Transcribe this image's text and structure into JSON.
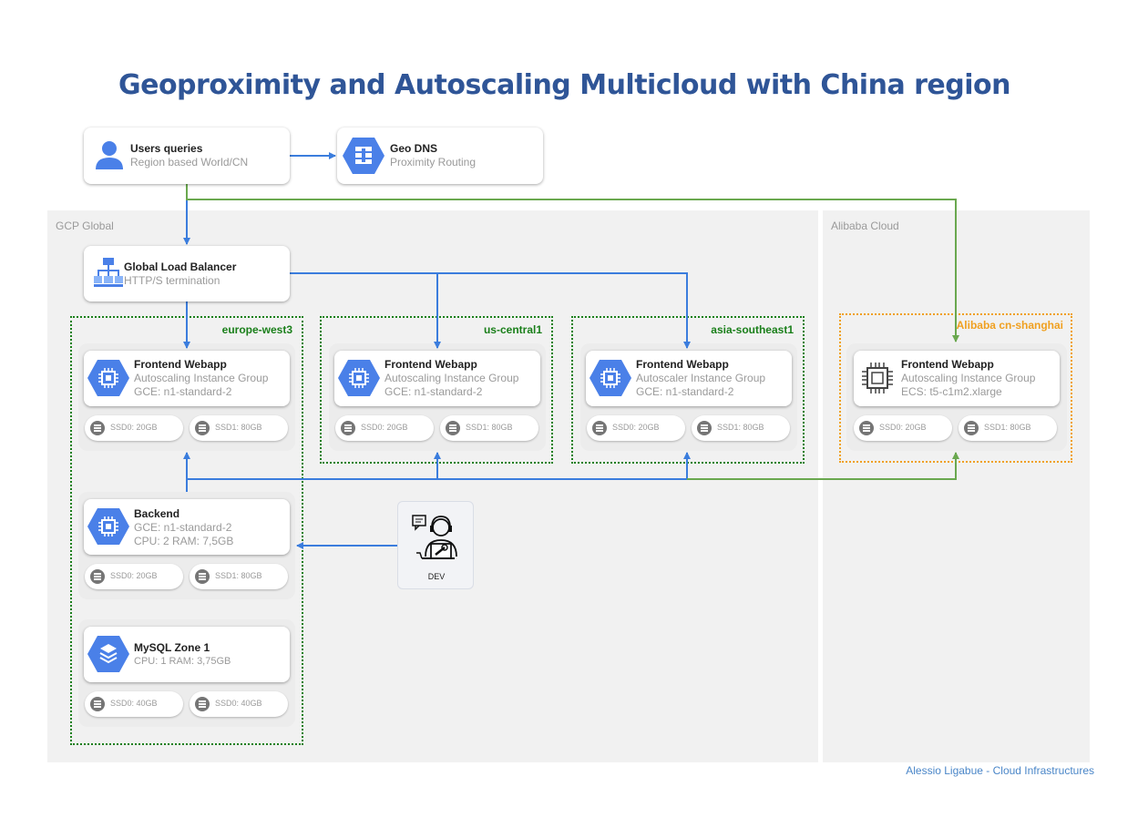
{
  "title": "Geoproximity and Autoscaling Multicloud with China region",
  "zones": {
    "gcp": "GCP Global",
    "alibaba": "Alibaba Cloud"
  },
  "users": {
    "title": "Users queries",
    "subtitle": "Region based World/CN"
  },
  "dns": {
    "title": "Geo DNS",
    "subtitle": "Proximity Routing"
  },
  "load_balancer": {
    "title": "Global Load Balancer",
    "subtitle": "HTTP/S termination"
  },
  "regions": {
    "europe": {
      "label": "europe-west3",
      "frontend": {
        "title": "Frontend Webapp",
        "line1": "Autoscaling Instance Group",
        "line2": "GCE: n1-standard-2",
        "disk0": "SSD0: 20GB",
        "disk1": "SSD1: 80GB"
      },
      "backend": {
        "title": "Backend",
        "line1": "GCE: n1-standard-2",
        "line2": "CPU: 2 RAM: 7,5GB",
        "disk0": "SSD0: 20GB",
        "disk1": "SSD1: 80GB"
      },
      "mysql": {
        "title": "MySQL Zone 1",
        "line1": "CPU: 1 RAM: 3,75GB",
        "disk0": "SSD0: 40GB",
        "disk1": "SSD0: 40GB"
      }
    },
    "us": {
      "label": "us-central1",
      "frontend": {
        "title": "Frontend Webapp",
        "line1": "Autoscaling Instance Group",
        "line2": "GCE: n1-standard-2",
        "disk0": "SSD0: 20GB",
        "disk1": "SSD1: 80GB"
      }
    },
    "asia": {
      "label": "asia-southeast1",
      "frontend": {
        "title": "Frontend Webapp",
        "line1": "Autoscaler Instance Group",
        "line2": "GCE: n1-standard-2",
        "disk0": "SSD0: 20GB",
        "disk1": "SSD1: 80GB"
      }
    },
    "shanghai": {
      "label": "Alibaba cn-shanghai",
      "frontend": {
        "title": "Frontend Webapp",
        "line1": "Autoscaling Instance Group",
        "line2": "ECS: t5-c1m2.xlarge",
        "disk0": "SSD0: 20GB",
        "disk1": "SSD1: 80GB"
      }
    }
  },
  "dev": {
    "label": "DEV"
  },
  "footer": "Alessio Ligabue - Cloud Infrastructures",
  "colors": {
    "title": "#2f5597",
    "gcp_blue": "#4a80e8",
    "arrow_blue": "#3b7ddd",
    "arrow_green": "#6aa84f",
    "region_green": "#1a7f1a",
    "region_orange": "#f0a020"
  }
}
